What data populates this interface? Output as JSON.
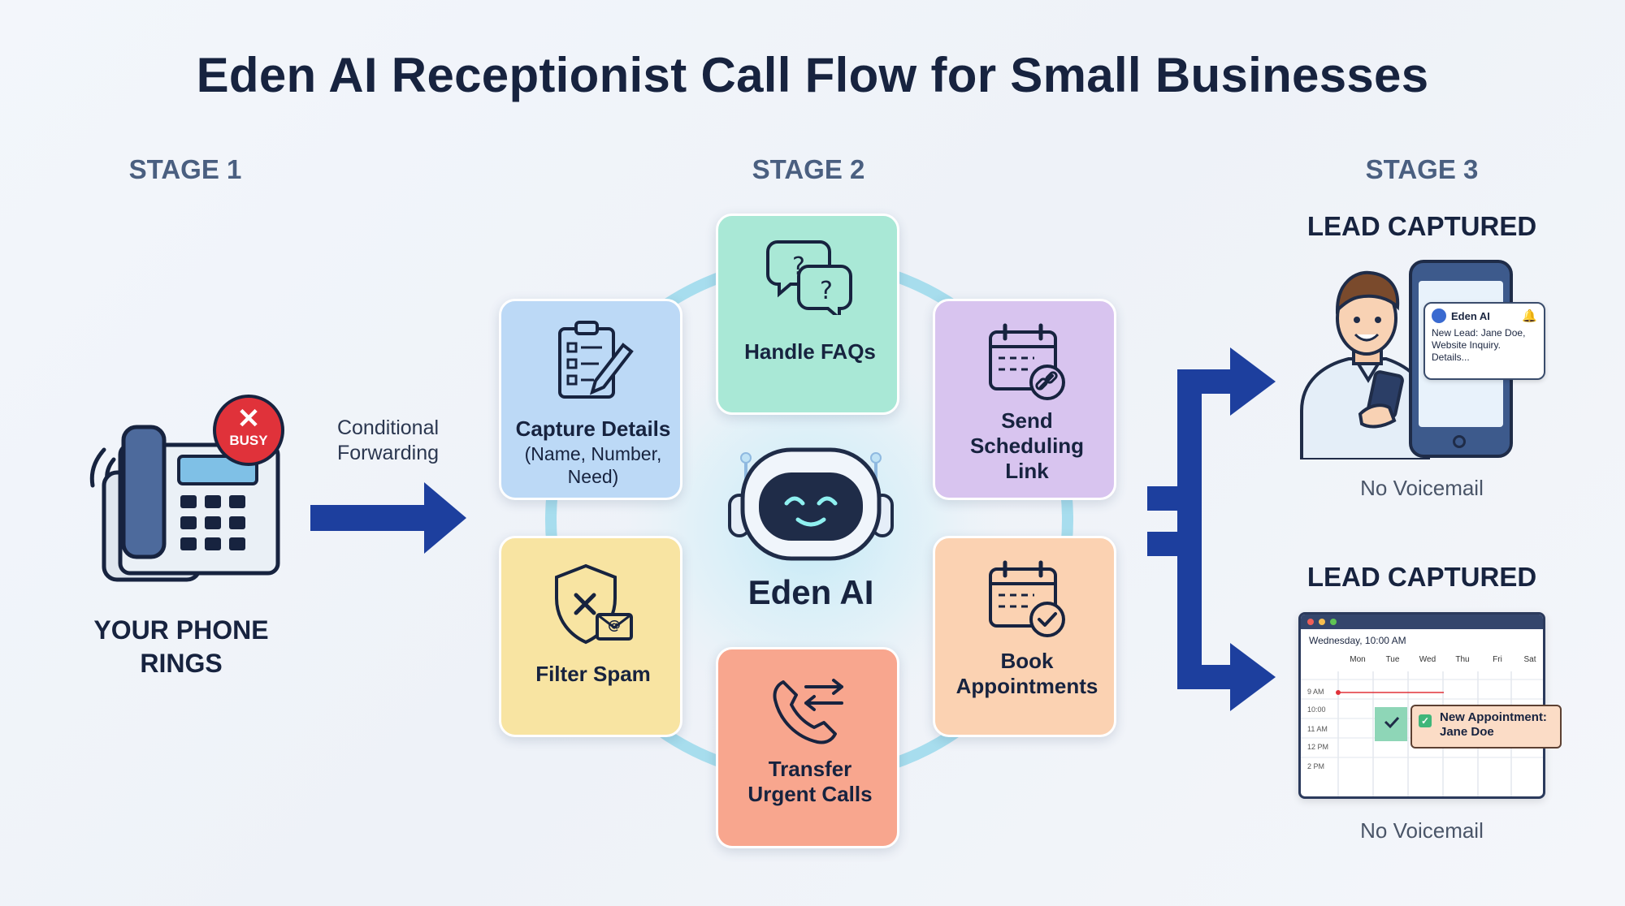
{
  "title": "Eden AI Receptionist Call Flow for Small Businesses",
  "stages": {
    "stage1": "STAGE 1",
    "stage2": "STAGE 2",
    "stage3": "STAGE 3"
  },
  "phone": {
    "badge": "BUSY",
    "caption_line1": "YOUR PHONE",
    "caption_line2": "RINGS"
  },
  "forwarding": {
    "line1": "Conditional",
    "line2": "Forwarding"
  },
  "center": {
    "label": "Eden AI"
  },
  "cards": {
    "faq": {
      "label": "Handle FAQs",
      "color": "#a9e8d6"
    },
    "capture": {
      "label": "Capture Details",
      "sub_line1": "(Name, Number,",
      "sub_line2": "Need)",
      "color": "#bcd9f6"
    },
    "scheduling": {
      "line1": "Send",
      "line2": "Scheduling",
      "line3": "Link",
      "color": "#d8c4ef"
    },
    "spam": {
      "label": "Filter Spam",
      "color": "#f8e4a2"
    },
    "book": {
      "line1": "Book",
      "line2": "Appointments",
      "color": "#fbd2b2"
    },
    "transfer": {
      "line1": "Transfer",
      "line2": "Urgent Calls",
      "color": "#f8a68e"
    }
  },
  "outcome_top": {
    "title": "LEAD CAPTURED",
    "notification_app": "Eden AI",
    "notification_line1": "New Lead: Jane Doe,",
    "notification_line2": "Website Inquiry.",
    "notification_line3": "Details...",
    "footer": "No Voicemail"
  },
  "outcome_bottom": {
    "title": "LEAD CAPTURED",
    "calendar_date": "Wednesday, 10:00 AM",
    "days": [
      "Mon",
      "Tue",
      "Wed",
      "Thu",
      "Fri",
      "Sat"
    ],
    "times": [
      "9 AM",
      "10:00",
      "11 AM",
      "12 PM",
      "2 PM"
    ],
    "appointment_line1": "New Appointment:",
    "appointment_line2": "Jane Doe",
    "footer": "No Voicemail"
  },
  "colors": {
    "arrow": "#1d3f9e",
    "busy_badge": "#e0323a",
    "ring": "#8fd6ea"
  },
  "icons": [
    "phone-icon",
    "busy-icon",
    "chat-question-icon",
    "clipboard-icon",
    "calendar-link-icon",
    "shield-spam-icon",
    "calendar-check-icon",
    "phone-transfer-icon",
    "robot-icon",
    "person-icon",
    "smartphone-icon",
    "bell-icon"
  ]
}
